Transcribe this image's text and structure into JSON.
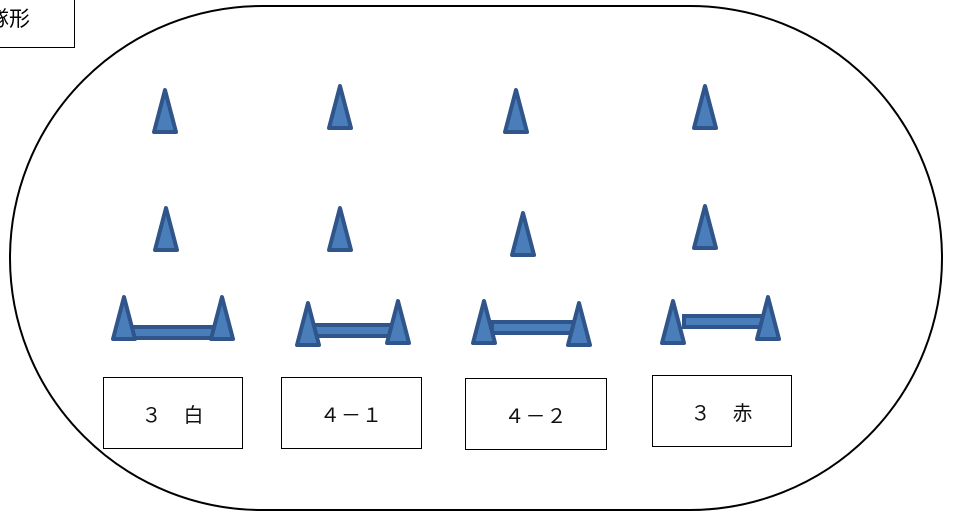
{
  "diagram": {
    "title": "隊形",
    "colors": {
      "cone_fill": "#4a7ebb",
      "cone_stroke": "#2f558a",
      "outline": "#000000"
    },
    "teams": [
      {
        "label": "３　白"
      },
      {
        "label": "４－１"
      },
      {
        "label": "４－２"
      },
      {
        "label": "３　赤"
      }
    ]
  }
}
